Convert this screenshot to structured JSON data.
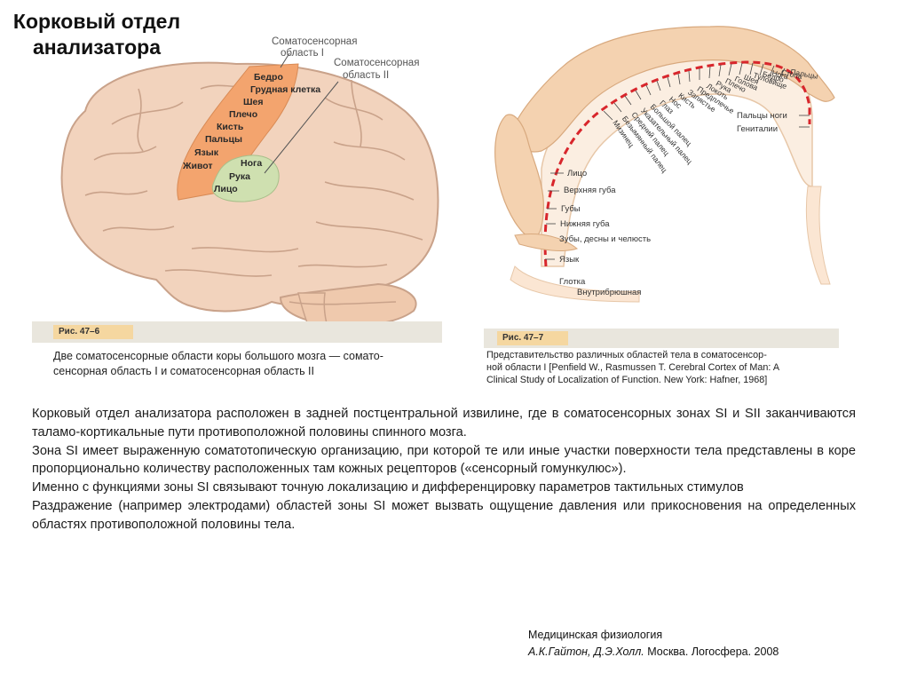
{
  "slide": {
    "title": "Корковый отдел анализатора"
  },
  "figure_left": {
    "labels": {
      "area1": "Соматосенсорная область I",
      "area1_line1": "Соматосенсорная",
      "area1_line2": "область I",
      "area2_line1": "Соматосенсорная",
      "area2_line2": "область II",
      "bedro": "Бедро",
      "grud": "Грудная клетка",
      "sheya": "Шея",
      "plecho": "Плечо",
      "kist": "Кисть",
      "paltsy": "Пальцы",
      "yazyk": "Язык",
      "zhivot": "Живот",
      "noga": "Нога",
      "ruka": "Рука",
      "litso": "Лицо"
    },
    "fig_number": "Рис. 47–6",
    "caption_line1": "Две соматосенсорные области коры большого мозга — сомато-",
    "caption_line2": "сенсорная область I и соматосенсорная область II"
  },
  "figure_right": {
    "arc_labels": [
      "Мизинец",
      "Безымянный палец",
      "Средний палец",
      "Указательный палец",
      "Большой палец",
      "Глаз",
      "Нос",
      "Кисть",
      "Запястье",
      "Предплечье",
      "Локоть",
      "Рука",
      "Плечо",
      "Голова",
      "Шея",
      "Туловище",
      "Бедро",
      "Нога",
      "Стопа",
      "Пальцы"
    ],
    "side_labels": [
      "Лицо",
      "Верхняя губа",
      "Губы",
      "Нижняя губа",
      "Зубы, десны и челюсть",
      "Язык",
      "Глотка",
      "Внутрибрюшная"
    ],
    "right_labels": [
      "Пальцы ноги",
      "Гениталии"
    ],
    "fig_number": "Рис. 47–7",
    "caption_line1": "Представительство различных областей тела в соматосенсор-",
    "caption_line2": "ной области I [Penfield W., Rasmussen T. Cerebral Cortex of Man: A",
    "caption_line3": "Clinical Study of Localization of Function. New York: Hafner, 1968]"
  },
  "body": {
    "p1": "Корковый отдел анализатора расположен в задней постцентральной извилине, где в соматосенсорных зонах SI и SII заканчиваются таламо-кортикальные пути противоположной половины спинного мозга.",
    "p2": "Зона SI имеет выраженную соматотопическую организацию, при которой те или иные участки поверхности тела представлены в коре пропорционально количеству расположенных там кожных рецепторов («сенсорный гомункулюс»).",
    "p3": "Именно с функциями зоны SI связывают точную локализацию и дифференцировку параметров тактильных стимулов",
    "p4": "Раздражение (например электродами) областей зоны SI может вызвать ощущение давления или прикосновения на определенных областях противоположной половины тела."
  },
  "source": {
    "line1": "Медицинская физиология",
    "authors": "А.К.Гайтон, Д.Э.Холл.",
    "publisher": " Москва. Логосфера. 2008"
  },
  "colors": {
    "brain": "#f2d3bd",
    "brain_line": "#c9a28a",
    "area1": "#f3a46e",
    "area2": "#cfe0b0",
    "strip": "#e9e6dd",
    "fig_num_bg": "#f5d7a0",
    "homunculus": "#f4d2b0",
    "dashed": "#d8262c"
  }
}
